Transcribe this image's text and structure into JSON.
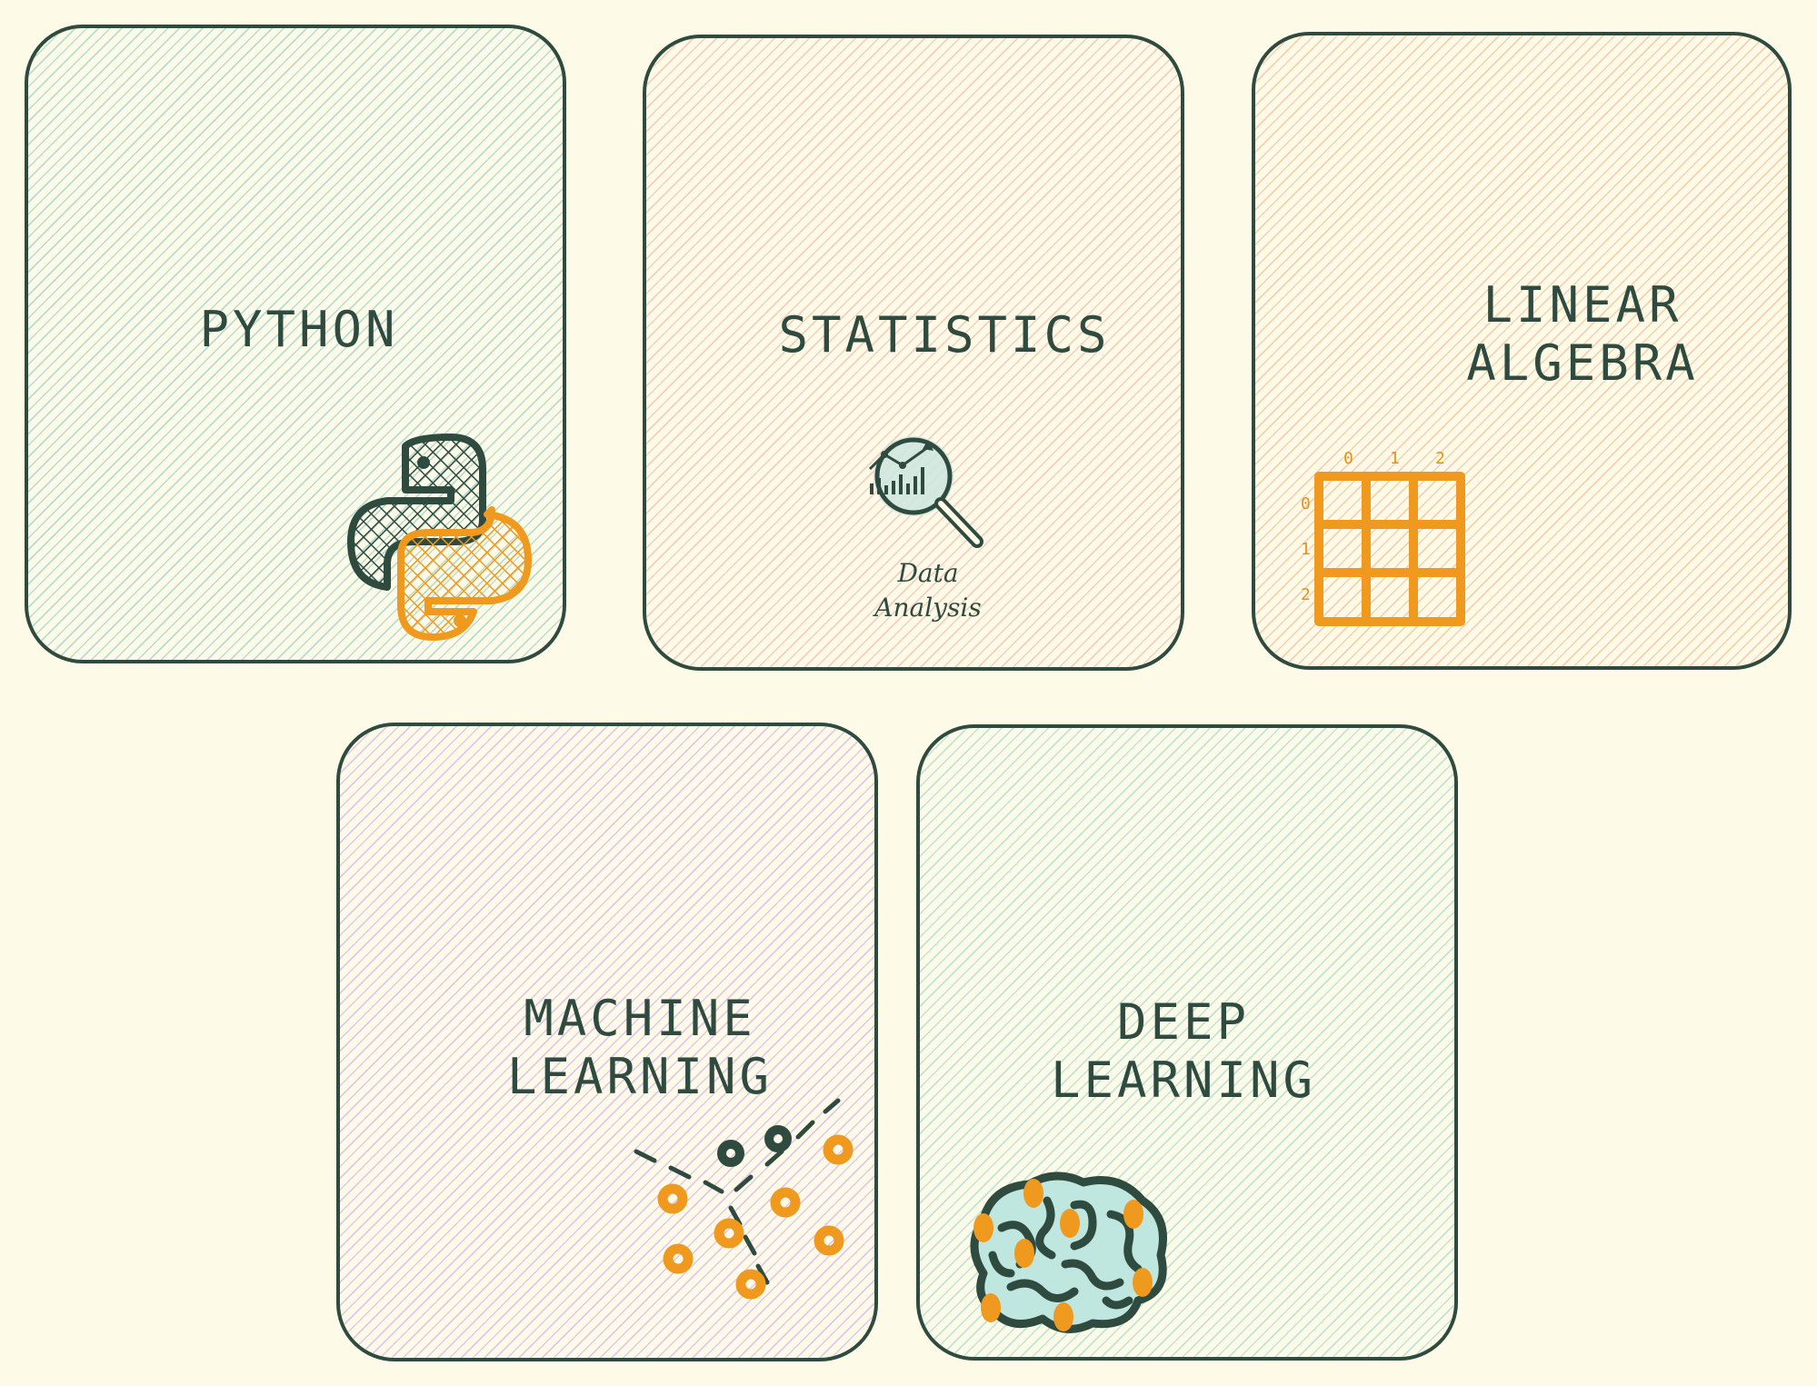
{
  "cards": {
    "python": {
      "title": "PYTHON",
      "hatch": "#9fd3cc"
    },
    "statistics": {
      "title": "STATISTICS",
      "caption": "Data\nAnalysis",
      "hatch": "#f5bfae"
    },
    "linear_algebra": {
      "title": "LINEAR\nALGEBRA",
      "hatch": "#f8c19a",
      "col_indices": [
        "0",
        "1",
        "2"
      ],
      "row_indices": [
        "0",
        "1",
        "2"
      ]
    },
    "machine_learning": {
      "title": "MACHINE\nLEARNING",
      "hatch": "#dcb5ee"
    },
    "deep_learning": {
      "title": "DEEP\nLEARNING",
      "hatch": "#a9ddd3"
    }
  },
  "colors": {
    "background": "#fdfbe8",
    "outline": "#2f4a3e",
    "accent_orange": "#f0991f",
    "accent_teal": "#bfe6df"
  },
  "icons": {
    "python": "python-logo-icon",
    "statistics": "magnifier-chart-icon",
    "linear_algebra": "matrix-grid-icon",
    "machine_learning": "cluster-scatter-icon",
    "deep_learning": "brain-network-icon"
  }
}
